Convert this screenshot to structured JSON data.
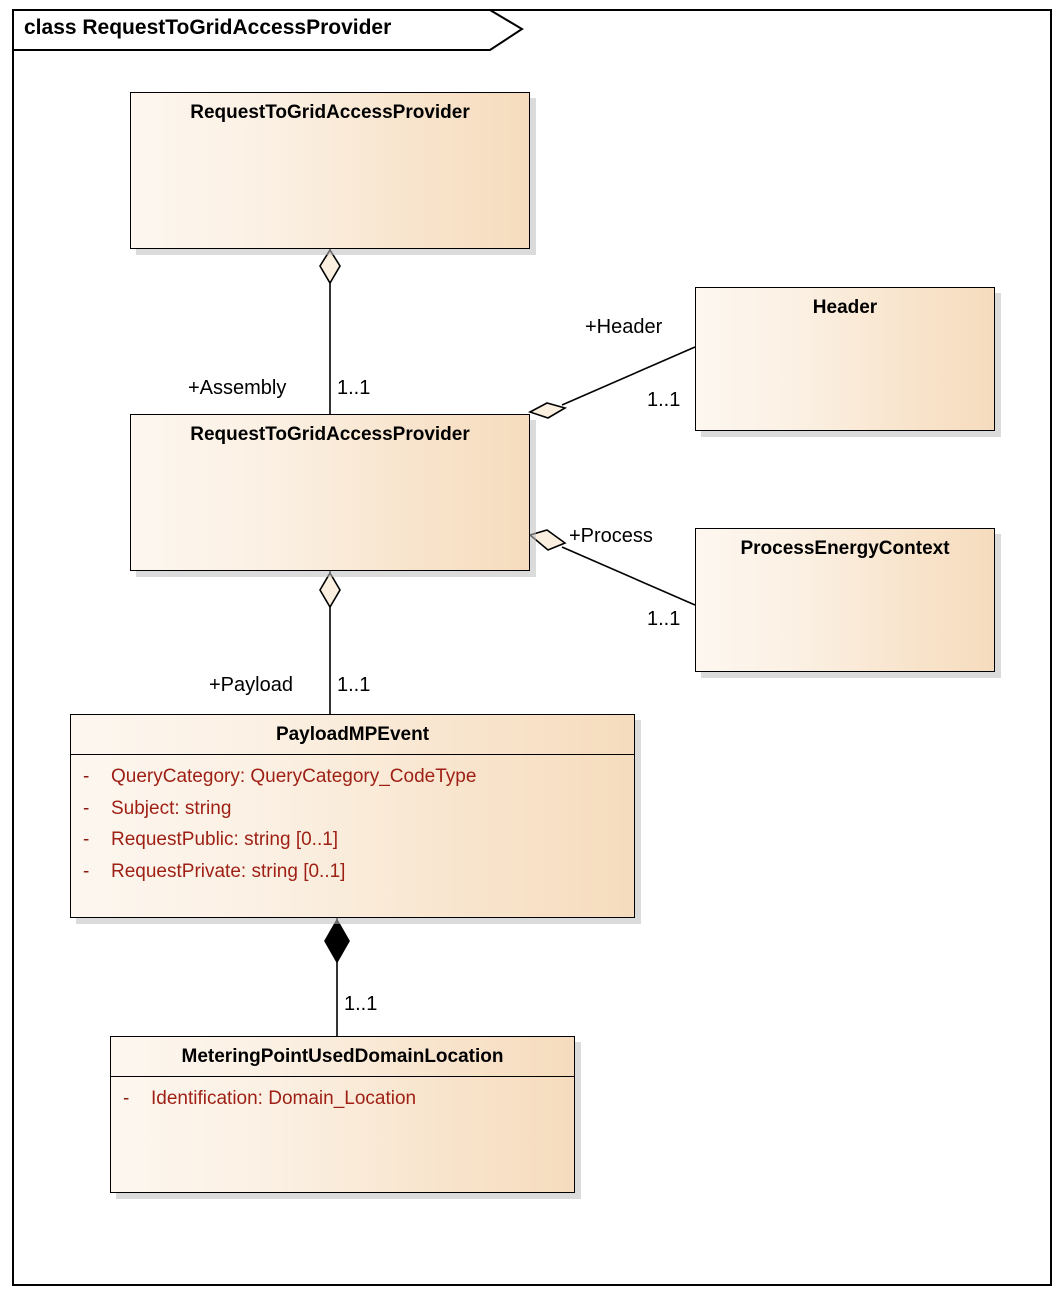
{
  "frame": {
    "title": "class RequestToGridAccessProvider",
    "keyword": "class",
    "name": "RequestToGridAccessProvider"
  },
  "colors": {
    "box_fill_left": "#fdf7f0",
    "box_fill_right": "#f6dcbe",
    "box_border": "#000000",
    "attribute_text": "#9e1f14",
    "title_text": "#000000",
    "shadow": "#bebebe",
    "canvas": "#ffffff"
  },
  "classes": [
    {
      "id": "rtgap-top",
      "name": "RequestToGridAccessProvider",
      "attributes": []
    },
    {
      "id": "rtgap-mid",
      "name": "RequestToGridAccessProvider",
      "attributes": []
    },
    {
      "id": "header",
      "name": "Header",
      "attributes": []
    },
    {
      "id": "process-energy-context",
      "name": "ProcessEnergyContext",
      "attributes": []
    },
    {
      "id": "payload-mp-event",
      "name": "PayloadMPEvent",
      "attributes": [
        {
          "visibility": "-",
          "text": "QueryCategory: QueryCategory_CodeType"
        },
        {
          "visibility": "-",
          "text": "Subject: string"
        },
        {
          "visibility": "-",
          "text": "RequestPublic: string [0..1]"
        },
        {
          "visibility": "-",
          "text": "RequestPrivate: string [0..1]"
        }
      ]
    },
    {
      "id": "metering-point-used-domain-location",
      "name": "MeteringPointUsedDomainLocation",
      "attributes": [
        {
          "visibility": "-",
          "text": "Identification: Domain_Location"
        }
      ]
    }
  ],
  "associations": [
    {
      "id": "assembly",
      "source": "rtgap-top",
      "target": "rtgap-mid",
      "kind": "aggregation",
      "diamond": "hollow",
      "role": "+Assembly",
      "multiplicity": "1..1"
    },
    {
      "id": "header-assoc",
      "source": "rtgap-mid",
      "target": "header",
      "kind": "aggregation",
      "diamond": "hollow",
      "role": "+Header",
      "multiplicity": "1..1"
    },
    {
      "id": "process-assoc",
      "source": "rtgap-mid",
      "target": "process-energy-context",
      "kind": "aggregation",
      "diamond": "hollow",
      "role": "+Process",
      "multiplicity": "1..1"
    },
    {
      "id": "payload-assoc",
      "source": "rtgap-mid",
      "target": "payload-mp-event",
      "kind": "aggregation",
      "diamond": "hollow",
      "role": "+Payload",
      "multiplicity": "1..1"
    },
    {
      "id": "mp-composition",
      "source": "payload-mp-event",
      "target": "metering-point-used-domain-location",
      "kind": "composition",
      "diamond": "filled",
      "role": "",
      "multiplicity": "1..1"
    }
  ]
}
